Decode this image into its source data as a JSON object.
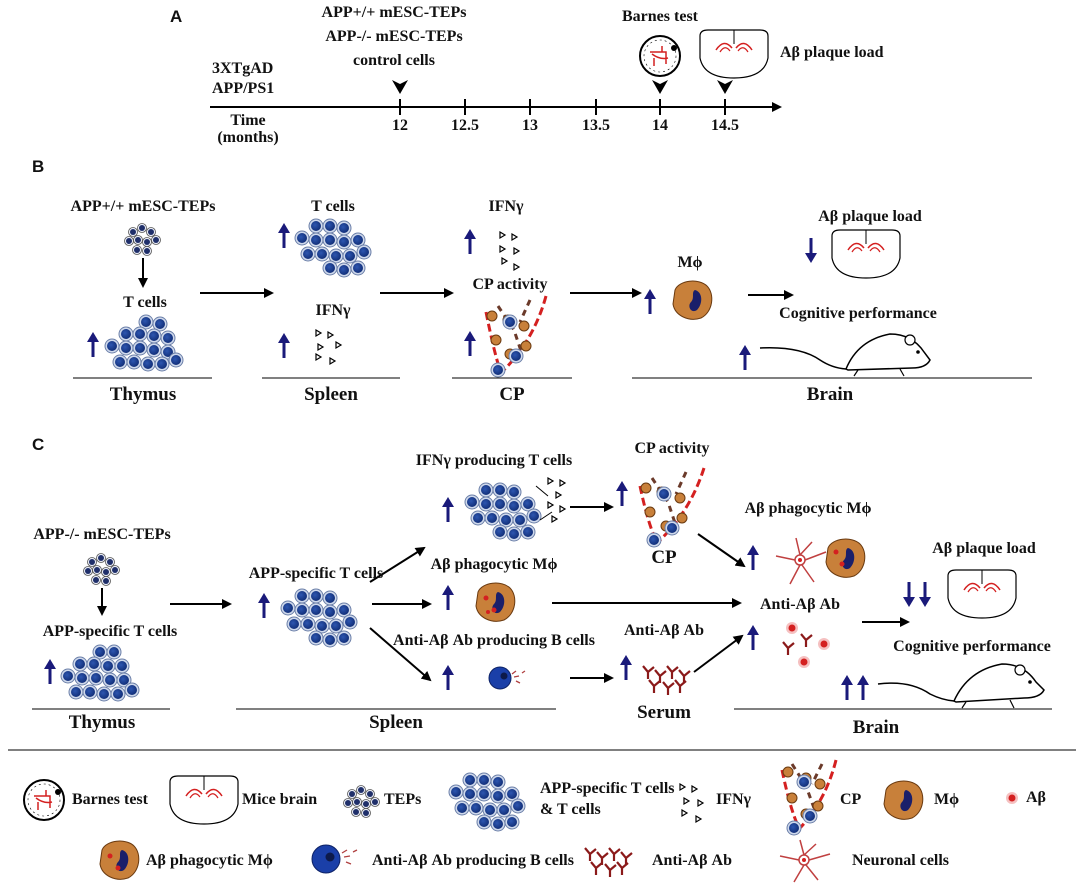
{
  "panelA": {
    "letter": "A",
    "models": [
      "3XTgAD",
      "APP/PS1"
    ],
    "treatments": [
      "APP+/+ mESC-TEPs",
      "APP-/- mESC-TEPs",
      "control cells"
    ],
    "barnes": "Barnes test",
    "plaque": "Aβ plaque load",
    "time_label": [
      "Time",
      "(months)"
    ],
    "ticks": [
      "12",
      "12.5",
      "13",
      "13.5",
      "14",
      "14.5"
    ]
  },
  "panelB": {
    "letter": "B",
    "source": "APP+/+ mESC-TEPs",
    "thymus_cells": "T cells",
    "spleen_tcells": "T cells",
    "spleen_ifn": "IFNγ",
    "cp_ifn": "IFNγ",
    "cp_activity": "CP activity",
    "mphi": "Mϕ",
    "plaque": "Aβ plaque load",
    "cognitive": "Cognitive performance",
    "organs": [
      "Thymus",
      "Spleen",
      "CP",
      "Brain"
    ]
  },
  "panelC": {
    "letter": "C",
    "source": "APP-/- mESC-TEPs",
    "thymus_cells": "APP-specific T cells",
    "spleen_cells": "APP-specific T cells",
    "ifn_tcells": "IFNγ producing T cells",
    "spleen_mphi": "Aβ phagocytic Mϕ",
    "b_cells": "Anti-Aβ Ab producing B cells",
    "cp_activity": "CP activity",
    "cp": "CP",
    "serum_ab": "Anti-Aβ Ab",
    "serum": "Serum",
    "brain_mphi": "Aβ phagocytic Mϕ",
    "brain_ab": "Anti-Aβ Ab",
    "plaque": "Aβ plaque load",
    "cognitive": "Cognitive performance",
    "organs": [
      "Thymus",
      "Spleen",
      "Brain"
    ]
  },
  "legend": {
    "barnes": "Barnes test",
    "brain": "Mice brain",
    "teps": "TEPs",
    "tcells": [
      "APP-specific T cells",
      "& T cells"
    ],
    "ifn": "IFNγ",
    "cp": "CP",
    "mphi": "Mϕ",
    "abeta": "Aβ",
    "phago": "Aβ phagocytic Mϕ",
    "bcells": "Anti-Aβ Ab producing B cells",
    "ab": "Anti-Aβ Ab",
    "neuron": "Neuronal cells"
  },
  "colors": {
    "arrow_up": "#1a1a7a",
    "cell_blue": "#1f3f8f",
    "cell_ring": "#9fb3d6",
    "plaque_red": "#d42020",
    "antibody": "#8b1a1a",
    "mphi_orange": "#c8803a",
    "mphi_core": "#1a1f6a"
  }
}
